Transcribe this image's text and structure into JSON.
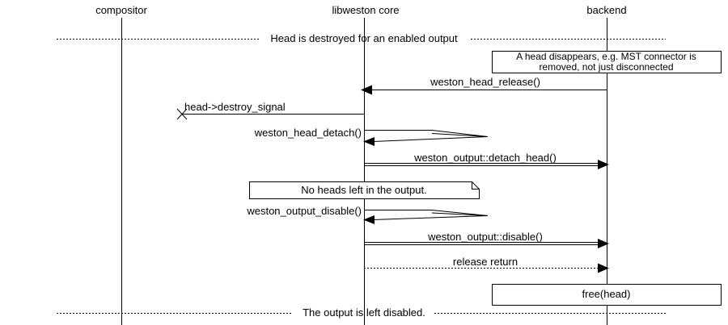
{
  "participants": {
    "compositor": "compositor",
    "libweston": "libweston core",
    "backend": "backend"
  },
  "dividers": {
    "top": "Head is destroyed for an enabled output",
    "bottom": "The output is left disabled."
  },
  "notes": {
    "head_disappears_line1": "A head disappears, e.g. MST connector is",
    "head_disappears_line2": "removed, not just disconnected",
    "no_heads": "No heads left in the output.",
    "free_head": "free(head)"
  },
  "messages": {
    "head_release": "weston_head_release()",
    "destroy_signal": "head->destroy_signal",
    "head_detach": "weston_head_detach()",
    "detach_head": "weston_output::detach_head()",
    "output_disable": "weston_output_disable()",
    "disable": "weston_output::disable()",
    "release_return": "release return"
  },
  "colors": {
    "line": "#000000",
    "background": "#ffffff"
  }
}
